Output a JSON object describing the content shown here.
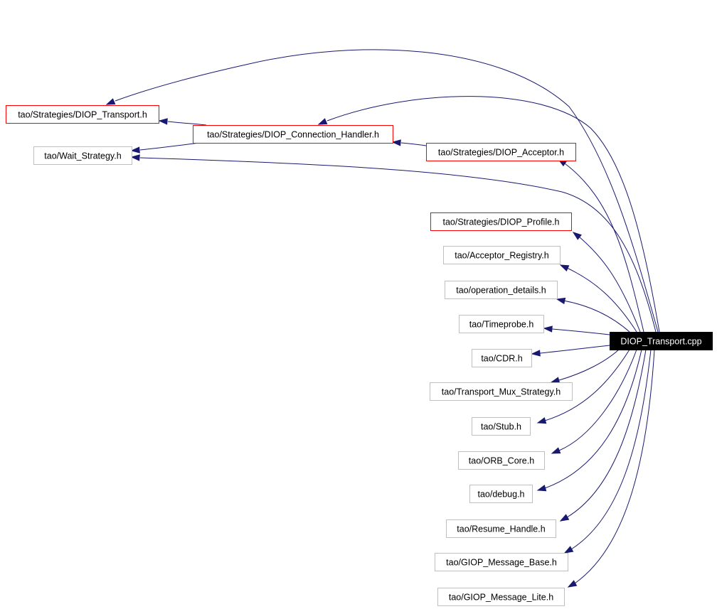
{
  "diagram": {
    "root": {
      "id": "n0",
      "label": "DIOP_Transport.cpp"
    },
    "nodes": [
      {
        "id": "n1",
        "label": "tao/Strategies/DIOP_Transport.h",
        "style": "red"
      },
      {
        "id": "n2",
        "label": "tao/Strategies/DIOP_Connection_Handler.h",
        "style": "red"
      },
      {
        "id": "n3",
        "label": "tao/Wait_Strategy.h",
        "style": "gray"
      },
      {
        "id": "n4",
        "label": "tao/Strategies/DIOP_Acceptor.h",
        "style": "red"
      },
      {
        "id": "n5",
        "label": "tao/Strategies/DIOP_Profile.h",
        "style": "red"
      },
      {
        "id": "n6",
        "label": "tao/Acceptor_Registry.h",
        "style": "gray"
      },
      {
        "id": "n7",
        "label": "tao/operation_details.h",
        "style": "gray"
      },
      {
        "id": "n8",
        "label": "tao/Timeprobe.h",
        "style": "gray"
      },
      {
        "id": "n9",
        "label": "tao/CDR.h",
        "style": "gray"
      },
      {
        "id": "n10",
        "label": "tao/Transport_Mux_Strategy.h",
        "style": "gray"
      },
      {
        "id": "n11",
        "label": "tao/Stub.h",
        "style": "gray"
      },
      {
        "id": "n12",
        "label": "tao/ORB_Core.h",
        "style": "gray"
      },
      {
        "id": "n13",
        "label": "tao/debug.h",
        "style": "gray"
      },
      {
        "id": "n14",
        "label": "tao/Resume_Handle.h",
        "style": "gray"
      },
      {
        "id": "n15",
        "label": "tao/GIOP_Message_Base.h",
        "style": "gray"
      },
      {
        "id": "n16",
        "label": "tao/GIOP_Message_Lite.h",
        "style": "gray"
      }
    ],
    "edges": [
      {
        "from": "n0",
        "to": "n1"
      },
      {
        "from": "n0",
        "to": "n2"
      },
      {
        "from": "n0",
        "to": "n3"
      },
      {
        "from": "n0",
        "to": "n4"
      },
      {
        "from": "n0",
        "to": "n5"
      },
      {
        "from": "n0",
        "to": "n6"
      },
      {
        "from": "n0",
        "to": "n7"
      },
      {
        "from": "n0",
        "to": "n8"
      },
      {
        "from": "n0",
        "to": "n9"
      },
      {
        "from": "n0",
        "to": "n10"
      },
      {
        "from": "n0",
        "to": "n11"
      },
      {
        "from": "n0",
        "to": "n12"
      },
      {
        "from": "n0",
        "to": "n13"
      },
      {
        "from": "n0",
        "to": "n14"
      },
      {
        "from": "n0",
        "to": "n15"
      },
      {
        "from": "n0",
        "to": "n16"
      },
      {
        "from": "n2",
        "to": "n1"
      },
      {
        "from": "n2",
        "to": "n3"
      },
      {
        "from": "n4",
        "to": "n2"
      }
    ],
    "colors": {
      "edge": "#191970",
      "red_border": "#ff0000",
      "gray_border": "#bfbfbf",
      "root_fill": "#000000",
      "root_text": "#ffffff"
    }
  }
}
